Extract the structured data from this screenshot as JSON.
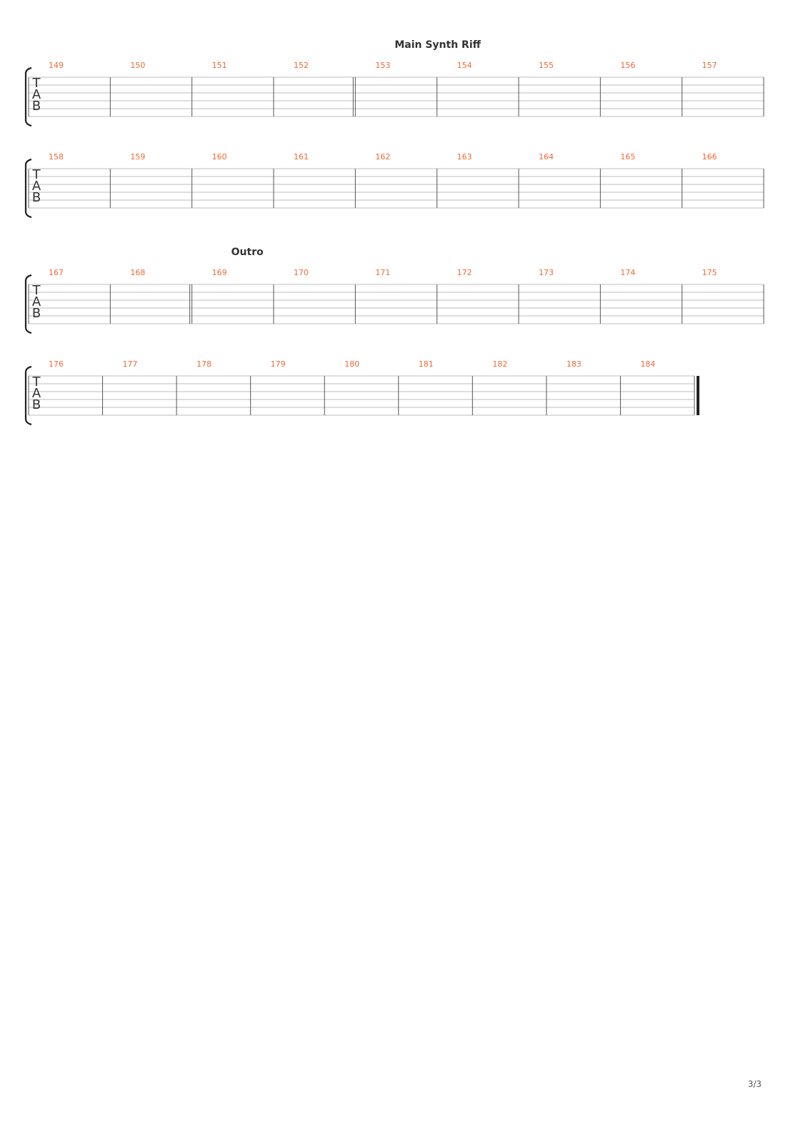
{
  "colors": {
    "measure_number": "#ec6a35",
    "staff_line": "#bdbdbd",
    "barline": "#555555",
    "text": "#333333"
  },
  "tab_clef": [
    "T",
    "A",
    "B"
  ],
  "systems": [
    {
      "measures": [
        "149",
        "150",
        "151",
        "152",
        "153",
        "154",
        "155",
        "156",
        "157"
      ],
      "section": {
        "label": "Main Synth Riff",
        "at_measure": "153"
      },
      "double_bar_before": "153"
    },
    {
      "measures": [
        "158",
        "159",
        "160",
        "161",
        "162",
        "163",
        "164",
        "165",
        "166"
      ]
    },
    {
      "measures": [
        "167",
        "168",
        "169",
        "170",
        "171",
        "172",
        "173",
        "174",
        "175"
      ],
      "section": {
        "label": "Outro",
        "at_measure": "169"
      },
      "double_bar_before": "169"
    },
    {
      "measures": [
        "176",
        "177",
        "178",
        "179",
        "180",
        "181",
        "182",
        "183",
        "184"
      ],
      "final_barline": true
    }
  ],
  "page": {
    "number": "3/3"
  }
}
